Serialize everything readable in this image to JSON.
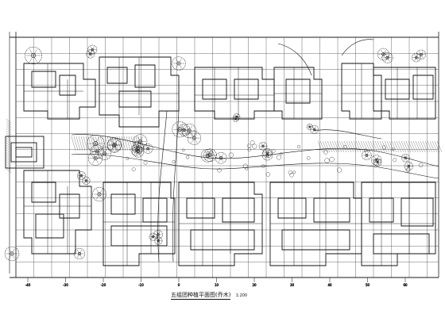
{
  "drawing": {
    "title": "五组团种植平面图(乔木)",
    "scale": "1:200",
    "axis_labels": [
      "-40",
      "-30",
      "-20",
      "-10",
      "0",
      "10",
      "20",
      "30",
      "40",
      "50",
      "60"
    ]
  },
  "colors": {
    "line": "#1a1a1a",
    "grid": "#2a2a2a",
    "background": "#ffffff"
  }
}
